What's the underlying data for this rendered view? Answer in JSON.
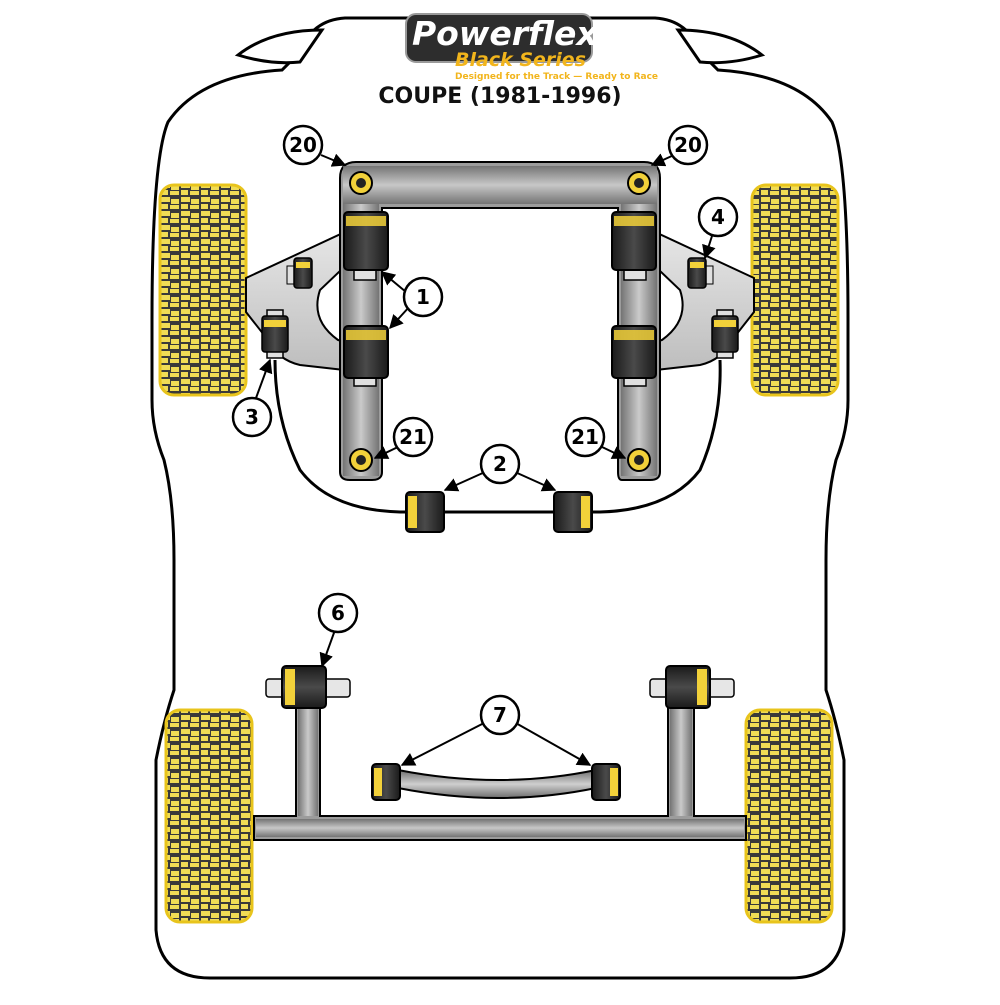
{
  "logo": {
    "brand": "Powerflex",
    "series": "Black Series",
    "tagline": "Designed for the Track — Ready to Race"
  },
  "title": "COUPE (1981-1996)",
  "callouts": {
    "c20_left": "20",
    "c20_right": "20",
    "c1": "1",
    "c4": "4",
    "c3": "3",
    "c21_left": "21",
    "c21_right": "21",
    "c2": "2",
    "c6": "6",
    "c7": "7"
  },
  "colors": {
    "bush_yellow": "#f2d13a",
    "bush_dark": "#2a2a2a",
    "metal_grey": "#a8a8a8",
    "tyre_yellow": "#f0dc55",
    "outline": "#000000"
  }
}
